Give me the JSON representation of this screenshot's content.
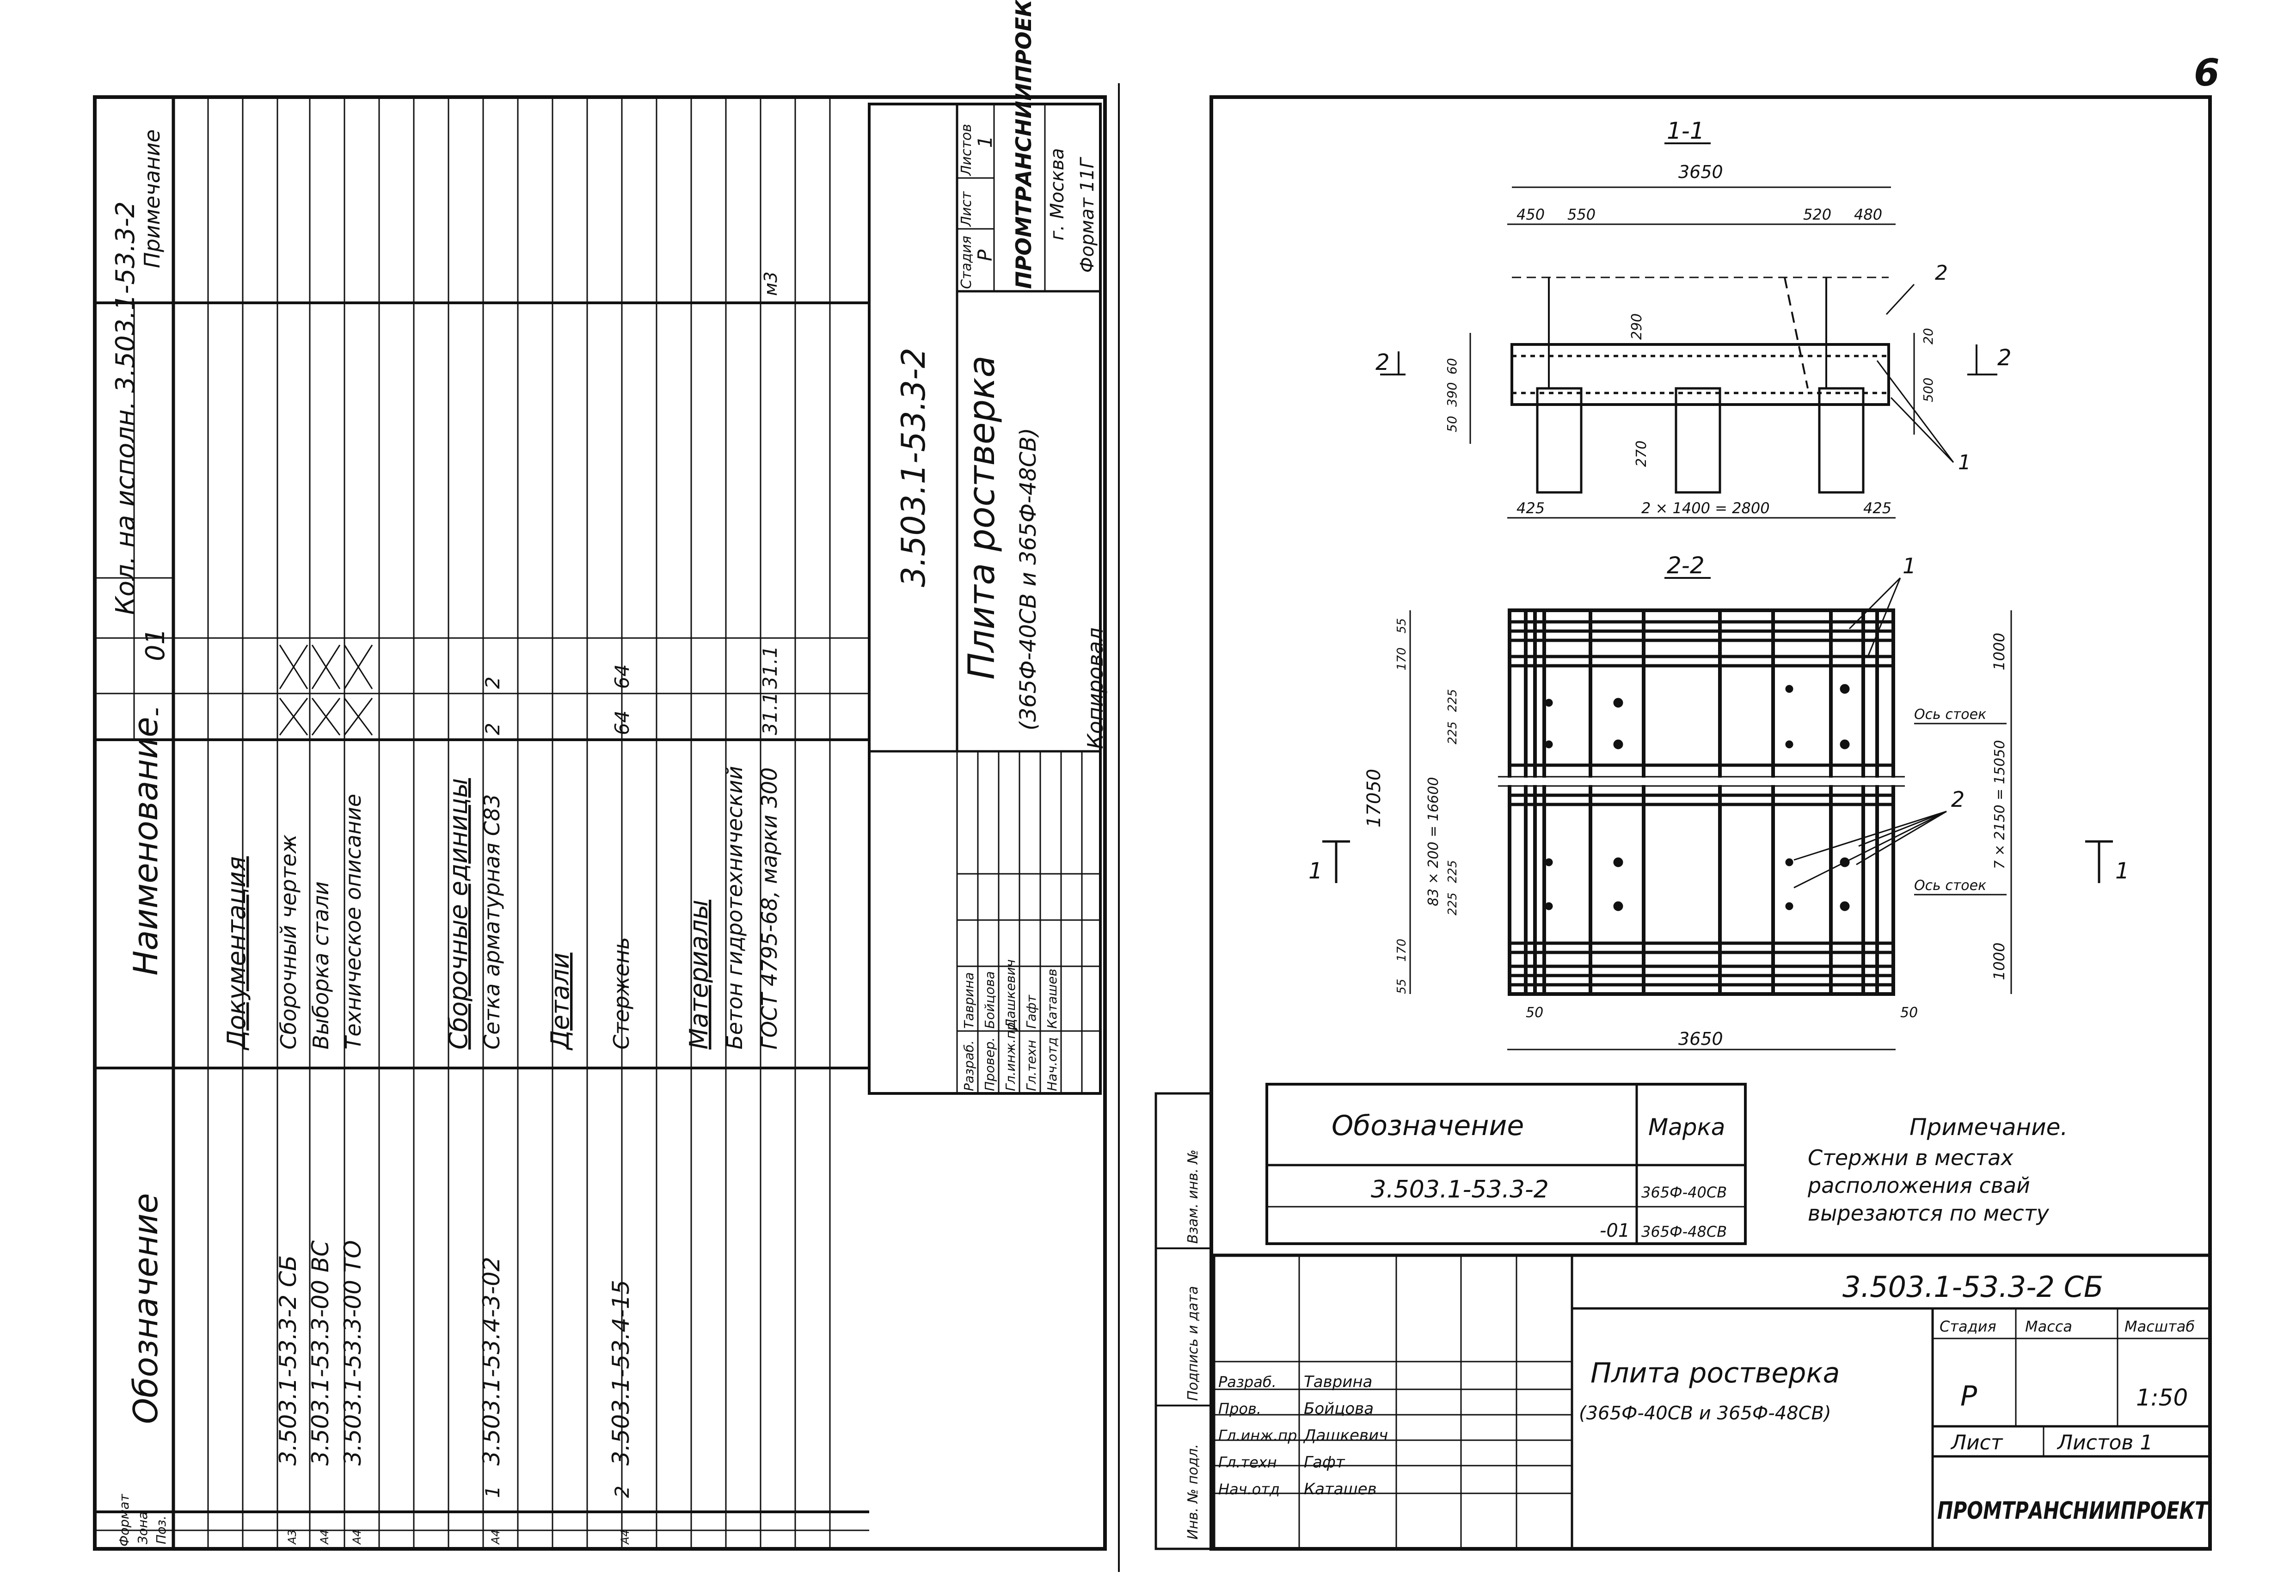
{
  "page_number": "6",
  "left_sheet": {
    "spec_header": {
      "designation": "Обозначение",
      "name": "Наименование",
      "qty_label": "Кол. на исполн. 3.503.1-53.3-2",
      "col_dash": "-",
      "col_01": "01",
      "note": "Примечание",
      "format": "Формат",
      "zone": "Зона",
      "pos": "Поз."
    },
    "spec_rows": [
      {
        "format": "",
        "pos": "",
        "designation": "",
        "name": "Документация",
        "q1": "",
        "q2": "",
        "note": "",
        "section": true
      },
      {
        "format": "А3",
        "pos": "",
        "designation": "3.503.1-53.3-2 СБ",
        "name": "Сборочный чертеж",
        "q1": "X",
        "q2": "X",
        "note": ""
      },
      {
        "format": "А4",
        "pos": "",
        "designation": "3.503.1-53.3-00 ВС",
        "name": "Выборка стали",
        "q1": "X",
        "q2": "X",
        "note": ""
      },
      {
        "format": "А4",
        "pos": "",
        "designation": "3.503.1-53.3-00 ТО",
        "name": "Техническое описание",
        "q1": "X",
        "q2": "X",
        "note": ""
      },
      {
        "format": "",
        "pos": "",
        "designation": "",
        "name": "Сборочные единицы",
        "q1": "",
        "q2": "",
        "note": "",
        "section": true
      },
      {
        "format": "А4",
        "pos": "1",
        "designation": "3.503.1-53.4-3-02",
        "name": "Сетка арматурная С83",
        "q1": "2",
        "q2": "2",
        "note": ""
      },
      {
        "format": "",
        "pos": "",
        "designation": "",
        "name": "Детали",
        "q1": "",
        "q2": "",
        "note": "",
        "section": true
      },
      {
        "format": "А4",
        "pos": "2",
        "designation": "3.503.1-53.4-15",
        "name": "Стержень",
        "q1": "64",
        "q2": "64",
        "note": ""
      },
      {
        "format": "",
        "pos": "",
        "designation": "",
        "name": "Материалы",
        "q1": "",
        "q2": "",
        "note": "",
        "section": true
      },
      {
        "format": "",
        "pos": "",
        "designation": "",
        "name": "Бетон гидротехнический",
        "q1": "",
        "q2": "",
        "note": ""
      },
      {
        "format": "",
        "pos": "",
        "designation": "",
        "name": "ГОСТ 4795-68, марки 300",
        "q1": "31.1",
        "q2": "31.1",
        "note": "м3"
      }
    ],
    "title_block": {
      "doc_code": "3.503.1-53.3-2",
      "title": "Плита ростверка",
      "subtitle": "(365Ф-40СВ и 365Ф-48СВ)",
      "stage_label": "Стадия",
      "sheet_label": "Лист",
      "sheets_label": "Листов",
      "stage": "Р",
      "sheets": "1",
      "org": "ПРОМТРАНСНИИПРОЕКТ",
      "city": "г. Москва",
      "format": "Формат 11Г",
      "copied": "Копировал",
      "roles": [
        {
          "role": "Разраб.",
          "name": "Таврина"
        },
        {
          "role": "Провер.",
          "name": "Бойцова"
        },
        {
          "role": "Гл.инж.пр",
          "name": "Дашкевич"
        },
        {
          "role": "Гл.техн",
          "name": "Гафт"
        },
        {
          "role": "Нач.отд",
          "name": "Каташев"
        }
      ]
    }
  },
  "right_sheet": {
    "section_1_1": {
      "label": "1-1",
      "overall": "3650",
      "top_dims": [
        "450",
        "550",
        "520",
        "480"
      ],
      "depth": "290",
      "left_side": [
        "50",
        "390",
        "60"
      ],
      "right_side": [
        "20",
        "500"
      ],
      "pile": "270",
      "bottom_dims": [
        "425",
        "2 × 1400 = 2800",
        "425"
      ],
      "callout": "1",
      "cut_left": "2",
      "cut_right": "2"
    },
    "section_2_2": {
      "label": "2-2",
      "overall_h": "17050",
      "overall_w": "3650",
      "left_dims": [
        "55",
        "170",
        "225",
        "225",
        "83 × 200 = 16600",
        "225",
        "225",
        "170",
        "55"
      ],
      "right_dims": [
        "1000",
        "7 × 2150 = 15050",
        "1000"
      ],
      "bottom_edge": [
        "50",
        "50"
      ],
      "callout_1": "1",
      "callout_2": "2",
      "axis_label": "Ось стоек",
      "cut_left": "1",
      "cut_right": "1"
    },
    "mark_table": {
      "h_designation": "Обозначение",
      "h_mark": "Марка",
      "row1_designation": "3.503.1-53.3-2",
      "row1_mark": "365Ф-40СВ",
      "row2_designation": "-01",
      "row2_mark": "365Ф-48СВ"
    },
    "note": {
      "title": "Примечание.",
      "line1": "Стержни в местах",
      "line2": "расположения свай",
      "line3": "вырезаются по месту"
    },
    "title_block": {
      "doc_code": "3.503.1-53.3-2 СБ",
      "title": "Плита ростверка",
      "subtitle": "(365Ф-40СВ и 365Ф-48СВ)",
      "stage_label": "Стадия",
      "mass_label": "Масса",
      "scale_label": "Масштаб",
      "stage": "Р",
      "scale": "1:50",
      "sheet_label": "Лист",
      "sheets_label": "Листов 1",
      "org": "ПРОМТРАНСНИИПРОЕКТ",
      "roles": [
        {
          "role": "Разраб.",
          "name": "Таврина"
        },
        {
          "role": "Пров.",
          "name": "Бойцова"
        },
        {
          "role": "Гл.инж.пр",
          "name": "Дашкевич"
        },
        {
          "role": "Гл.техн",
          "name": "Гафт"
        },
        {
          "role": "Нач.отд",
          "name": "Каташев"
        }
      ],
      "side_labels": [
        "Инв. № подл.",
        "Подпись и дата",
        "Взам. инв. №"
      ]
    }
  }
}
